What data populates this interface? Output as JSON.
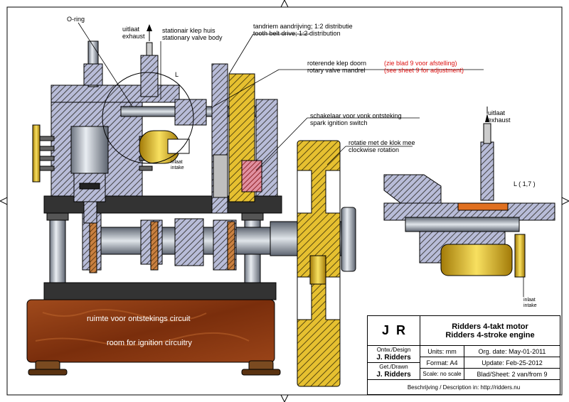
{
  "labels": {
    "oring": "O-ring",
    "exhaust_nl_main": "uitlaat",
    "exhaust_en_main": "exhaust",
    "valve_body_nl": "stationair klep huis",
    "valve_body_en": "stationary valve body",
    "detail_marker": "L",
    "belt_nl": "tandriem aandrijving; 1:2 distributie",
    "belt_en": "tooth belt drive; 1:2 distribution",
    "mandrel_nl": "roterende klep doorn",
    "mandrel_en": "rotary valve mandrel",
    "adjust_nl": "(zie blad 9 voor afstelling)",
    "adjust_en": "(see sheet 9 for adjustment)",
    "switch_nl": "schakelaar voor vonk ontsteking",
    "switch_en": "spark ignition switch",
    "rotation_nl": "rotatie met de klok mee",
    "rotation_en": "clockwise rotation",
    "intake_nl_main": "inlaat",
    "intake_en_main": "intake",
    "ignition_nl": "ruimte voor ontstekings circuit",
    "ignition_en": "room for ignition circuitry",
    "detail_title": "L  ( 1,7 )",
    "exhaust_nl_detail": "uitlaat",
    "exhaust_en_detail": "exhaust",
    "intake_nl_detail": "inlaat",
    "intake_en_detail": "intake"
  },
  "title_block": {
    "logo_j": "J",
    "logo_r": "R",
    "title_nl": "Ridders 4-takt motor",
    "title_en": "Ridders 4-stroke engine",
    "design_label": "Ontw./Design",
    "design_name": "J. Ridders",
    "drawn_label": "Get./Drawn",
    "drawn_name": "J. Ridders",
    "units": "Units: mm",
    "format": "Format: A4",
    "scale": "Scale: no scale",
    "org_date": "Org. date: May-01-2011",
    "update": "Update:  Feb-25-2012",
    "sheet": "Blad/Sheet:  2 van/from 9",
    "description": "Beschrijving / Description in:  http://ridders.nu"
  },
  "colors": {
    "wood": "#8b3a14",
    "steel_blue": "#9aa3d8",
    "hatch_gray": "#6b6b6b",
    "brass": "#e8c020",
    "dark_plate": "#333333",
    "copper": "#b06a28",
    "red_text": "#d11111",
    "ignition_text": "#ffffff"
  }
}
